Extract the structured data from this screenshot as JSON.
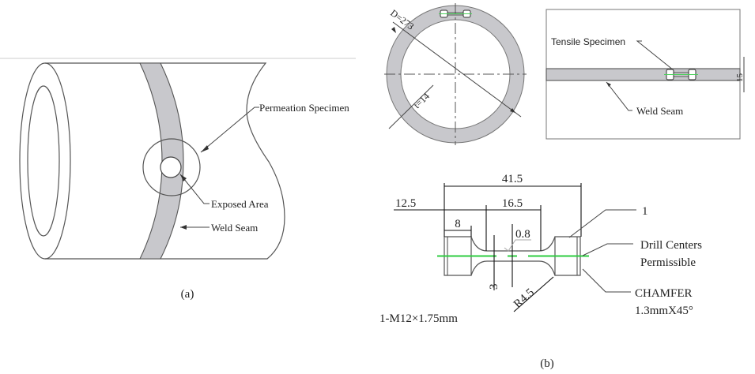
{
  "figure": {
    "panel_a": {
      "caption": "(a)",
      "labels": {
        "permeation_specimen": "Permeation Specimen",
        "exposed_area": "Exposed Area",
        "weld_seam": "Weld Seam"
      }
    },
    "panel_b": {
      "caption": "(b)",
      "pipe_section": {
        "diameter_label": "D=273",
        "thickness_label": "t=14"
      },
      "plan_view": {
        "tensile_specimen": "Tensile Specimen",
        "weld_seam": "Weld Seam",
        "seam_width": "15"
      },
      "specimen_drawing": {
        "overall_length": "41.5",
        "shoulder_offset": "12.5",
        "thread_length": "8",
        "gauge_length": "16.5",
        "roughness": "0.8",
        "gauge_diameter": "3",
        "fillet_radius": "R4.5",
        "thread_spec": "1-M12×1.75mm",
        "callout_1": "1",
        "drill_centers_line1": "Drill Centers",
        "drill_centers_line2": "Permissible",
        "chamfer_line1": "CHAMFER",
        "chamfer_line2": "1.3mmX45°"
      }
    },
    "colors": {
      "weld_fill": "#c8c8cc",
      "centerline_green": "#2ecc40"
    }
  }
}
